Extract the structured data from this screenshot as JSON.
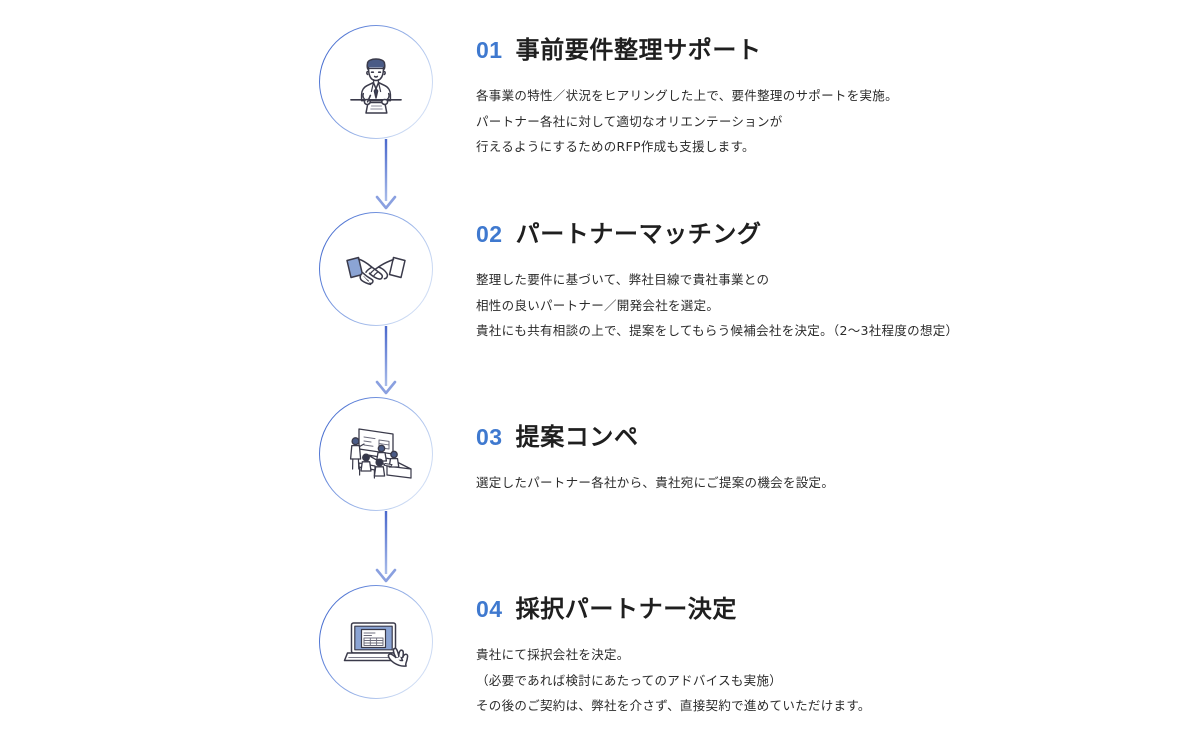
{
  "theme": {
    "background": "#ffffff",
    "number_color": "#3f79cf",
    "title_color": "#1f1f1f",
    "body_color": "#2b2b2b",
    "circle_border_dark": "#2f57c4",
    "circle_border_light": "#dfe8f8",
    "connector_color": "#6b86d6"
  },
  "steps": [
    {
      "number": "01",
      "title": "事前要件整理サポート",
      "icon": "person-writing-document-icon",
      "lines": [
        "各事業の特性／状況をヒアリングした上で、要件整理のサポートを実施。",
        "パートナー各社に対して適切なオリエンテーションが",
        "行えるようにするためのRFP作成も支援します。"
      ]
    },
    {
      "number": "02",
      "title": "パートナーマッチング",
      "icon": "handshake-icon",
      "lines": [
        "整理した要件に基づいて、弊社目線で貴社事業との",
        "相性の良いパートナー／開発会社を選定。",
        "貴社にも共有相談の上で、提案をしてもらう候補会社を決定。（2〜3社程度の想定）"
      ]
    },
    {
      "number": "03",
      "title": "提案コンペ",
      "icon": "presentation-meeting-icon",
      "lines": [
        "選定したパートナー各社から、貴社宛にご提案の機会を設定。"
      ]
    },
    {
      "number": "04",
      "title": "採択パートナー決定",
      "icon": "laptop-hand-pointing-icon",
      "lines": [
        "貴社にて採択会社を決定。",
        "（必要であれば検討にあたってのアドバイスも実施）",
        "その後のご契約は、弊社を介さず、直接契約で進めていただけます。"
      ]
    }
  ],
  "connectors": [
    {
      "name": "arrow-down-1"
    },
    {
      "name": "arrow-down-2"
    },
    {
      "name": "arrow-down-3"
    }
  ]
}
